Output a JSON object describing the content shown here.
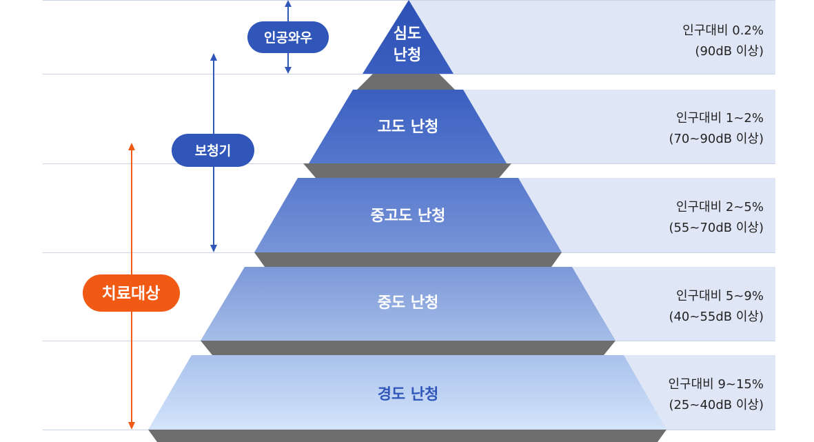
{
  "levels": [
    {
      "name_line1": "심도",
      "name_line2": "난청",
      "stat": "인구대비 0.2%",
      "range": "(90dB 이상)"
    },
    {
      "name": "고도 난청",
      "stat": "인구대비 1~2%",
      "range": "(70~90dB 이상)"
    },
    {
      "name": "중고도 난청",
      "stat": "인구대비 2~5%",
      "range": "(55~70dB 이상)"
    },
    {
      "name": "중도 난청",
      "stat": "인구대비 5~9%",
      "range": "(40~55dB 이상)"
    },
    {
      "name": "경도 난청",
      "stat": "인구대비 9~15%",
      "range": "(25~40dB 이상)"
    }
  ],
  "brackets": {
    "implant": "인공와우",
    "hearing_aid": "보청기",
    "treatment": "치료대상"
  },
  "colors": {
    "band": "#dfe6f6",
    "separator": "#6e6e6e",
    "dark_blue": "#2f56b8",
    "orange": "#f05a14",
    "arrow_blue": "#2f56b8"
  }
}
